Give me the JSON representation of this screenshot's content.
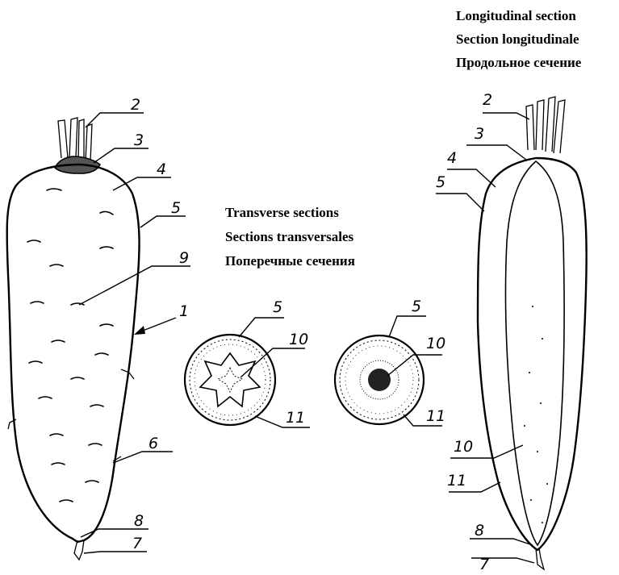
{
  "longitudinal_title": [
    "Longitudinal section",
    "Section longitudinale",
    "Продольное сечение"
  ],
  "transverse_title": [
    "Transverse sections",
    "Sections transversales",
    "Поперечные сечения"
  ],
  "labels": {
    "whole": [
      "2",
      "3",
      "4",
      "5",
      "9",
      "1",
      "6",
      "8",
      "7"
    ],
    "cross_left": [
      "5",
      "10",
      "11"
    ],
    "cross_right": [
      "5",
      "10",
      "11"
    ],
    "longitudinal": [
      "2",
      "3",
      "4",
      "5",
      "10",
      "11",
      "8",
      "7"
    ]
  }
}
